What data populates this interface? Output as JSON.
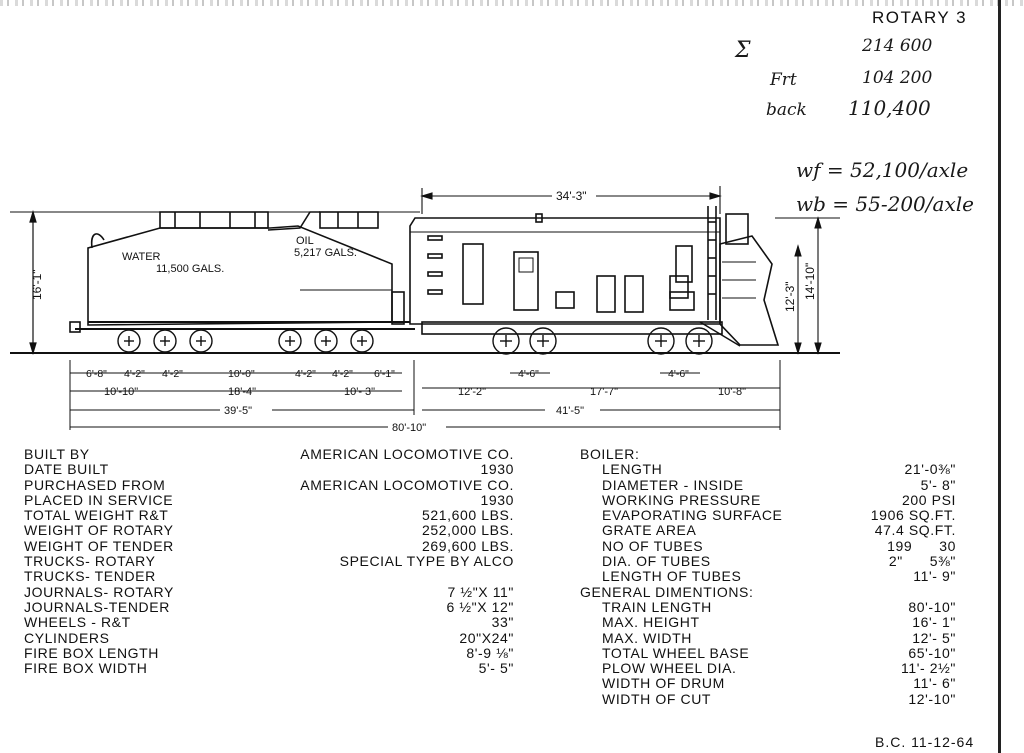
{
  "sheet": {
    "title": "ROTARY 3",
    "footer": "B.C. 11-12-64"
  },
  "handwritten": {
    "sigma": "Σ",
    "total": "214 600",
    "front_label": "Frt",
    "front": "104 200",
    "back_label": "back",
    "back": "110,400",
    "wf": "wf = 52,100/axle",
    "wb": "wb = 55-200/axle"
  },
  "drawing": {
    "tender_water": "WATER",
    "tender_water_qty": "11,500 GALS.",
    "tender_oil": "OIL",
    "tender_oil_qty": "5,217 GALS.",
    "height_overall": "16'-1\"",
    "rotary_body_length": "34'-3\"",
    "rotary_height": "14'-10\"",
    "rotary_body_height": "12'-3\"",
    "tender_dims": [
      "6'-8\"",
      "4'-2\"",
      "4'-2\"",
      "10'-0\"",
      "4'-2\"",
      "4'-2\"",
      "6'-1\""
    ],
    "tender_dims_row2": [
      "10'-10\"",
      "18'-4\"",
      "10'- 3\""
    ],
    "tender_length": "39'-5\"",
    "rotary_dims": [
      "12'-2\"",
      "4'-6\"",
      "17'-7\"",
      "4'-6\"",
      "10'-8\""
    ],
    "rotary_length": "41'-5\"",
    "overall_length": "80'-10\""
  },
  "specs_left": {
    "labels": [
      "BUILT BY",
      "DATE BUILT",
      "PURCHASED FROM",
      "PLACED IN SERVICE",
      "TOTAL WEIGHT R&T",
      "WEIGHT OF ROTARY",
      "WEIGHT OF TENDER",
      "TRUCKS- ROTARY",
      "TRUCKS- TENDER",
      "JOURNALS- ROTARY",
      "JOURNALS-TENDER",
      "WHEELS - R&T",
      "CYLINDERS",
      "FIRE BOX LENGTH",
      "FIRE BOX WIDTH"
    ],
    "values": [
      "AMERICAN LOCOMOTIVE CO.",
      "1930",
      "AMERICAN LOCOMOTIVE CO.",
      "1930",
      "521,600 LBS.",
      "252,000 LBS.",
      "269,600 LBS.",
      "SPECIAL TYPE BY ALCO",
      "",
      "7 ½\"X 11\"",
      "6 ½\"X 12\"",
      "33\"",
      "20\"X24\"",
      "8'-9 ⅛\"",
      "5'- 5\""
    ]
  },
  "specs_right": {
    "boiler_head": "BOILER:",
    "boiler_labels": [
      "LENGTH",
      "DIAMETER - INSIDE",
      "WORKING PRESSURE",
      "EVAPORATING SURFACE",
      "GRATE AREA",
      "NO OF TUBES",
      "DIA. OF TUBES",
      "LENGTH OF TUBES"
    ],
    "boiler_values": [
      "21'-0⅜\"",
      "5'- 8\"",
      "200 PSI",
      "1906 SQ.FT.",
      "47.4 SQ.FT.",
      "199      30",
      "2\"      5⅜\"",
      "11'- 9\""
    ],
    "general_head": "GENERAL DIMENTIONS:",
    "general_labels": [
      "TRAIN LENGTH",
      "MAX. HEIGHT",
      "MAX. WIDTH",
      "TOTAL WHEEL BASE",
      "PLOW WHEEL DIA.",
      "WIDTH OF DRUM",
      "WIDTH OF CUT"
    ],
    "general_values": [
      "80'-10\"",
      "16'- 1\"",
      "12'- 5\"",
      "65'-10\"",
      "11'- 2½\"",
      "11'- 6\"",
      "12'-10\""
    ]
  }
}
